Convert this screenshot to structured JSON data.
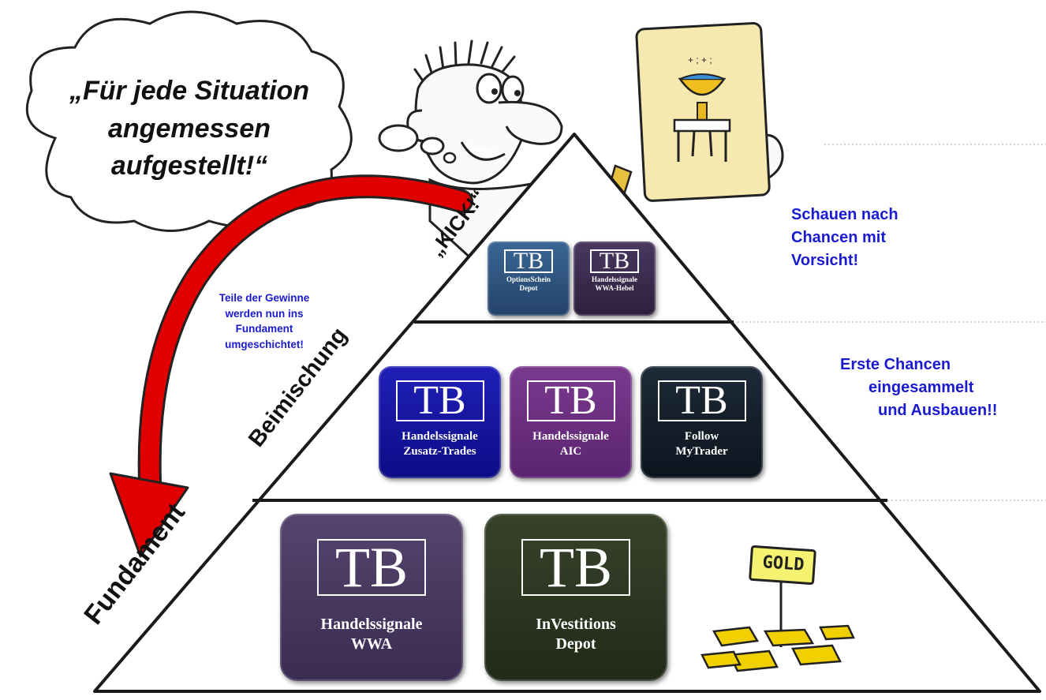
{
  "thought_bubble": "„Für jede Situation angemessen aufgestellt!“",
  "thought_lines": [
    "„Für jede Situation",
    "angemessen",
    "aufgestellt!“"
  ],
  "tier_labels": {
    "kick": "„KICK!“",
    "beimischung": "Beimischung",
    "fundament": "Fundament"
  },
  "arrow_note": [
    "Teile der Gewinne",
    "werden nun ins",
    "Fundament",
    "umgeschichtet!"
  ],
  "side_notes": {
    "top": [
      "Schauen nach",
      "Chancen mit",
      "Vorsicht!"
    ],
    "middle": [
      "Erste Chancen",
      "eingesammelt",
      "und Ausbauen!!"
    ]
  },
  "boxes": {
    "top": [
      {
        "logo": "TB",
        "line1": "OptionsSchein",
        "line2": "Depot",
        "color": "#2d4f78"
      },
      {
        "logo": "TB",
        "line1": "Handelssignale",
        "line2": "WWA-Hebel",
        "color": "#3b2a4f"
      }
    ],
    "middle": [
      {
        "logo": "TB",
        "line1": "Handelssignale",
        "line2": "Zusatz-Trades",
        "color": "#1414a0"
      },
      {
        "logo": "TB",
        "line1": "Handelssignale",
        "line2": "AIC",
        "color": "#6a2f7e"
      },
      {
        "logo": "TB",
        "line1": "Follow",
        "line2": "MyTrader",
        "color": "#14202c"
      }
    ],
    "base": [
      {
        "logo": "TB",
        "line1": "Handelssignale",
        "line2": "WWA",
        "color": "#4a3a60"
      },
      {
        "logo": "TB",
        "line1": "InVestitions",
        "line2": "Depot",
        "color": "#2c3420"
      }
    ]
  },
  "gold_sign": "GOLD",
  "colors": {
    "note_blue": "#1a1ad0",
    "arrow_red": "#e00000"
  }
}
